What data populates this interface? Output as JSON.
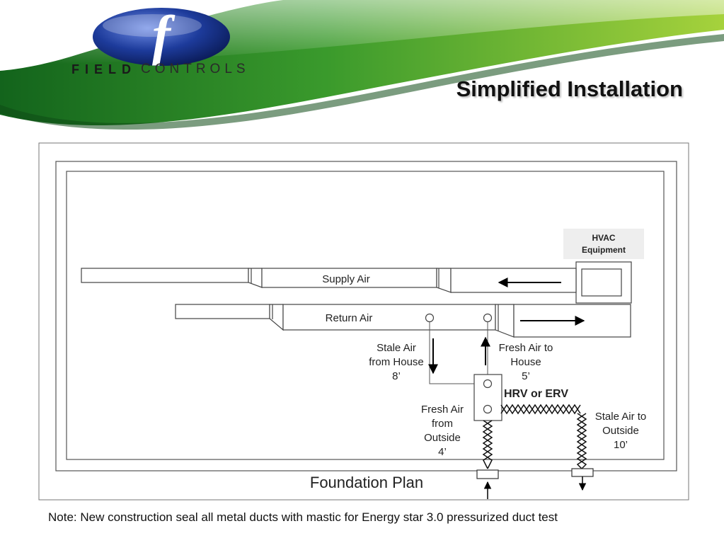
{
  "brand": {
    "bold": "FIELD",
    "light": "CONTROLS",
    "logo_letter": "f"
  },
  "slide": {
    "title": "Simplified Installation"
  },
  "diagram": {
    "equipment_label_line1": "HVAC",
    "equipment_label_line2": "Equipment",
    "supply_label": "Supply Air",
    "return_label": "Return Air",
    "stale_from_house": [
      "Stale Air",
      "from House",
      "8’"
    ],
    "fresh_to_house": [
      "Fresh Air to",
      "House",
      "5’"
    ],
    "unit_label": "HRV or ERV",
    "fresh_from_outside": [
      "Fresh Air",
      "from",
      "Outside",
      "4’"
    ],
    "stale_to_outside": [
      "Stale Air to",
      "Outside",
      "10’"
    ],
    "plan_label": "Foundation Plan"
  },
  "note": "Note: New construction seal all metal ducts with mastic for Energy star 3.0 pressurized duct test",
  "colors": {
    "green_dark": "#1e7a22",
    "green_light": "#9ccd3a",
    "logo_blue": "#1d3b9b"
  }
}
